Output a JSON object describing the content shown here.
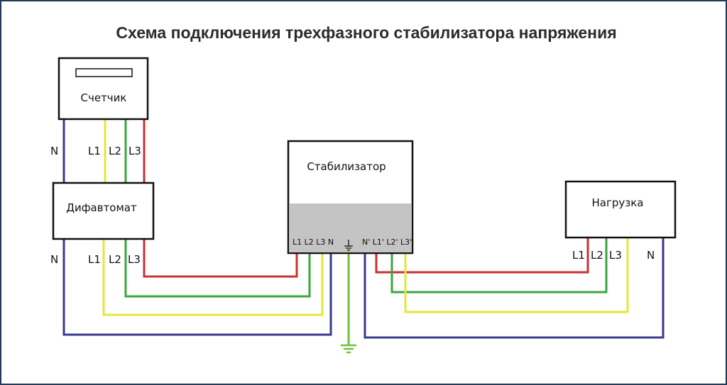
{
  "title": "Схема подключения трехфазного стабилизатора напряжения",
  "boxes": {
    "meter": "Счетчик",
    "rcbo": "Дифавтомат",
    "stabilizer": "Стабилизатор",
    "load": "Нагрузка"
  },
  "labels": {
    "n": "N",
    "l1": "L1",
    "l2": "L2",
    "l3": "L3"
  },
  "terminals": {
    "input": "L1 L2 L3 N",
    "output": "N' L1' L2' L3'"
  },
  "colors": {
    "neutral": "#3a3a8c",
    "l1": "#e6e63a",
    "l2": "#3aa640",
    "l3": "#c83232",
    "ground": "#6fc03c",
    "panel": "#c4c4c4",
    "frame": "#1f3a5a"
  }
}
